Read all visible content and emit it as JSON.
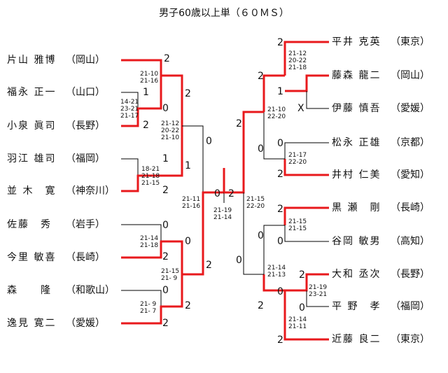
{
  "title": "男子60歳以上単（６０ＭＳ）",
  "left_players": [
    {
      "name": "片山 雅博",
      "pref": "（岡山）"
    },
    {
      "name": "福永 正一",
      "pref": "（山口）"
    },
    {
      "name": "小泉 眞司",
      "pref": "（長野）"
    },
    {
      "name": "羽江 雄司",
      "pref": "（福岡）"
    },
    {
      "name": "並 木　寛",
      "pref": "（神奈川）"
    },
    {
      "name": "佐藤　秀",
      "pref": "（岩手）"
    },
    {
      "name": "今里 敏喜",
      "pref": "（長崎）"
    },
    {
      "name": "森　　隆",
      "pref": "（和歌山）"
    },
    {
      "name": "逸見 寛二",
      "pref": "（愛媛）"
    }
  ],
  "right_players": [
    {
      "name": "平井 克英",
      "pref": "（東京）"
    },
    {
      "name": "藤森 龍二",
      "pref": "（岡山）"
    },
    {
      "name": "伊藤 慎吾",
      "pref": "（愛媛）"
    },
    {
      "name": "松永 正雄",
      "pref": "（京都）"
    },
    {
      "name": "井村 仁美",
      "pref": "（愛知）"
    },
    {
      "name": "黒 瀬　剛",
      "pref": "（長崎）"
    },
    {
      "name": "谷岡 敏男",
      "pref": "（高知）"
    },
    {
      "name": "大和 丞次",
      "pref": "（長野）"
    },
    {
      "name": "平 野　孝",
      "pref": "（福岡）"
    },
    {
      "name": "近藤 良二",
      "pref": "（東京）"
    }
  ],
  "numbers": {
    "l1": "2",
    "l2": "0",
    "l3": "2",
    "l4": "1",
    "l5": "2",
    "l6": "0",
    "l7": "2",
    "l8": "0",
    "l9": "2",
    "l_pre_a": "1",
    "l_pre_b": "1",
    "l_r2a": "2",
    "l_r2b": "1",
    "l_r2c": "0",
    "l_r2d": "2",
    "l_sf1": "0",
    "l_sf2": "2",
    "l_final": "0",
    "r1": "2",
    "r2": "1",
    "r3": "X",
    "r4": "0",
    "r5": "2",
    "r6": "2",
    "r7": "0",
    "r8": "2",
    "r9": "0",
    "r10": "2",
    "r_pre": "0",
    "r_r2a": "2",
    "r_r2b": "0",
    "r_r2c": "0",
    "r_r2d": "2",
    "r_sf1": "2",
    "r_sf2": "0",
    "r_final": "2"
  },
  "scores": {
    "lA": "21-10\n21-16",
    "lB": "14-21\n23-21\n21-17",
    "lC": "21-12\n20-22\n21-10",
    "lD": "18-21\n21-18\n21-15",
    "lE": "21-11\n21-16",
    "lF": "21-14\n21-18",
    "lG": "21-15\n21- 9",
    "lH": "21- 9\n21- 7",
    "final": "21-19\n21-14",
    "rA": "21-12\n20-22\n21-18",
    "rB": "21-10\n22-20",
    "rC": "21-17\n22-20",
    "rD": "21-15\n22-20",
    "rE": "21-15\n21-15",
    "rF": "21-14\n21-13",
    "rG": "21-19\n23-21",
    "rH": "21-14\n21-11"
  }
}
